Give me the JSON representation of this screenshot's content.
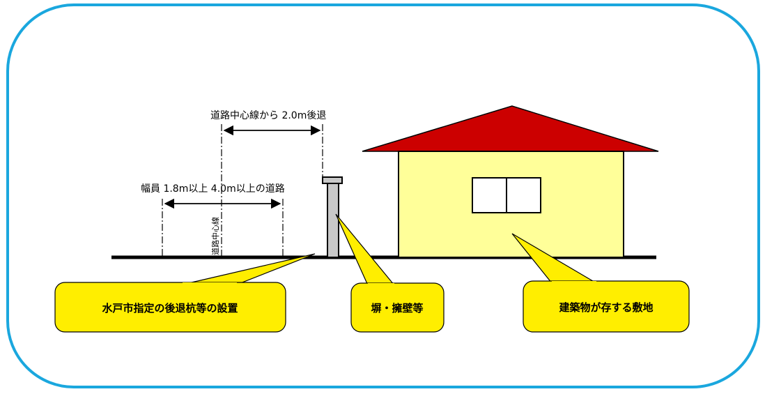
{
  "diagram": {
    "center_setback_label": "道路中心線から 2.0m後退",
    "road_width_label": "幅員 1.8m以上 4.0m以上の道路",
    "road_centerline_label": "道路中心線",
    "callouts": {
      "setback_stake": "水戸市指定の後退杭等の設置",
      "wall": "塀・擁壁等",
      "building_site": "建築物が存する敷地"
    }
  },
  "colors": {
    "frame_border": "#1aa7de",
    "roof": "#cc0000",
    "house_wall": "#ffff99",
    "callout_fill": "#ffee00",
    "wall_fill": "#c8c8c8"
  }
}
